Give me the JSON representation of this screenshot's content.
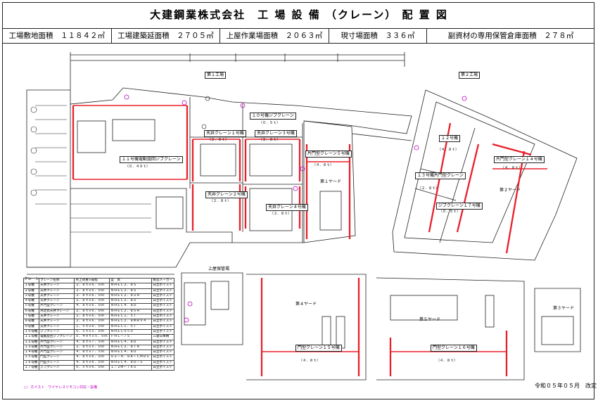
{
  "title": "大建鋼業株式会社　工 場 設 備 （クレーン） 配 置 図",
  "stats": [
    "工場敷地面積　１１８４２㎡",
    "工場建築延面積　２７０５㎡",
    "上屋作業場面積　２０６３㎡",
    "現寸場面積　３３６㎡",
    "副資材の専用保管倉庫面積　２７８㎡"
  ],
  "areas": {
    "factory1": "第１工場",
    "factory2": "第２工場",
    "yard1": "第１ヤード",
    "yard2": "第２ヤード",
    "yard3": "第３ヤード",
    "yard4": "第４ヤード",
    "yard5": "第５ヤード",
    "roof_storage": "上屋保管場"
  },
  "cranes_on_map": [
    {
      "name": "天井クレーン１号機",
      "cap": "（２．８ｔ）"
    },
    {
      "name": "天井クレーン２号機",
      "cap": "（２．８ｔ）"
    },
    {
      "name": "天井クレーン３号機",
      "cap": "（２．８ｔ）"
    },
    {
      "name": "天井クレーン４号機",
      "cap": "（２．８ｔ）"
    },
    {
      "name": "片門型クレーン５号機",
      "cap": "（４．８ｔ）"
    },
    {
      "name": "１０号機ジブクレーン",
      "cap": "（０．５ｔ）"
    },
    {
      "name": "１１号機電動旋回ジブクレーン",
      "cap": "（０．４９ｔ）"
    },
    {
      "name": "１２号機",
      "cap": "（４．８ｔ）"
    },
    {
      "name": "片門型クレーン１４号機",
      "cap": "（４．８ｔ）"
    },
    {
      "name": "門型クレーン１５号機",
      "cap": "（４．８ｔ）"
    },
    {
      "name": "門型クレーン１６号機",
      "cap": "（４．８ｔ）"
    },
    {
      "name": "１３号機片門型クレーン",
      "cap": "（２．８ｔ）"
    },
    {
      "name": "ジブクレーン１７号機",
      "cap": "（０．５ｔ）"
    }
  ],
  "crane_table": {
    "title": "クレーン",
    "headers": [
      "",
      "クレーン名称",
      "吊上荷重×揚程",
      "型　式",
      "製造メーカー"
    ],
    "rows": [
      [
        "１号機",
        "天井クレーン",
        "２．８ｔ×６．０ｍ",
        "ＮＨＥＣ２．８Ｓ",
        "日立ホイスト"
      ],
      [
        "２号機",
        "天井クレーン",
        "２．８ｔ×６．０ｍ",
        "ＮＨＥＣ２．８Ｓ",
        "日立ホイスト"
      ],
      [
        "３号機",
        "天井クレーン",
        "２．８ｔ×６．０ｍ",
        "ＮＨＥＣ２．８ＳＨ",
        "日立ホイスト"
      ],
      [
        "４号機",
        "天井クレーン",
        "２．８ｔ×６．０ｍ",
        "ＮＨＥＣ２．８Ｓ",
        "日立ホイスト"
      ],
      [
        "５号機",
        "片門型クレーン",
        "４．８ｔ×６．０ｍ",
        "ＮＨＥＣ４．８Ｄ",
        "日立ホイスト"
      ],
      [
        "６号機",
        "吊走式天井クレーン",
        "２．８ｔ×６．０ｍ",
        "ＮＨＥＣ２．８ＳＨ",
        "日立ホイスト"
      ],
      [
        "７号機",
        "天井クレーン",
        "２．８ｔ×６．０ｍ",
        "ＮＨＥＣ１．５Ｔ",
        "日立ホイスト"
      ],
      [
        "８号機",
        "天井クレーン",
        "２．８ｔ×６．０ｍ",
        "ＮＨＥＣ２．８ＭＲＶ４",
        "日立ホイスト"
      ],
      [
        "９号機",
        "天井クレーン",
        "１．５ｔ×６．０ｍ",
        "ＮＨＥＣ１．５Ｔ",
        "日立ホイスト"
      ],
      [
        "１０号機",
        "ジブクレーン",
        "０．５ｔ×５．０ｍ",
        "ＮＨＥＣ０５０",
        "日立ホイスト"
      ],
      [
        "１１号機",
        "電動旋回ジブクレーン",
        "０．４９ｔ×５．０ｍ",
        "ＦＨＬ－７Ｓ",
        "三菱日本精"
      ],
      [
        "１２号機",
        "片門型クレーン",
        "４．８ｔ×７．５ｍ",
        "ＮＨＥＣ４．８Ｄ",
        "日立ホイスト"
      ],
      [
        "１３号機",
        "片門型クレーン",
        "２．８ｔ×５．０ｍ",
        "ＮＨＥＣ２．８ＴＡ",
        "日立ホイスト"
      ],
      [
        "１４号機",
        "片門型クレーン",
        "４．８ｔ×７．５ｍ",
        "ＮＨＥＣ４．８Ｄ",
        "日立ホイスト"
      ],
      [
        "１５号機",
        "門型クレーン",
        "４．８ｔ×６．０ｍ",
        "Ｕ２－４．８Ａ－ＬＭ８Ｓ",
        "日立ホイスト"
      ],
      [
        "１６号機",
        "門型クレーン",
        "４．８ｔ×６．０ｍ",
        "ＮＨＥＣ４．８Ｄ－Ｓ",
        "日立ホイスト"
      ],
      [
        "１７号機",
        "ジブクレーン",
        "０．５ｔ×６．０ｍ",
        "１／２Ｍ－７６Ｓ",
        "日立ホイスト"
      ]
    ],
    "note": "○：ホイスト　ワイヤレスリモコン対応・設備"
  },
  "revision": "令和０５年０５月　改定",
  "colors": {
    "crane": "#e8202a",
    "hoist": "#c000c0",
    "line": "#222222"
  }
}
